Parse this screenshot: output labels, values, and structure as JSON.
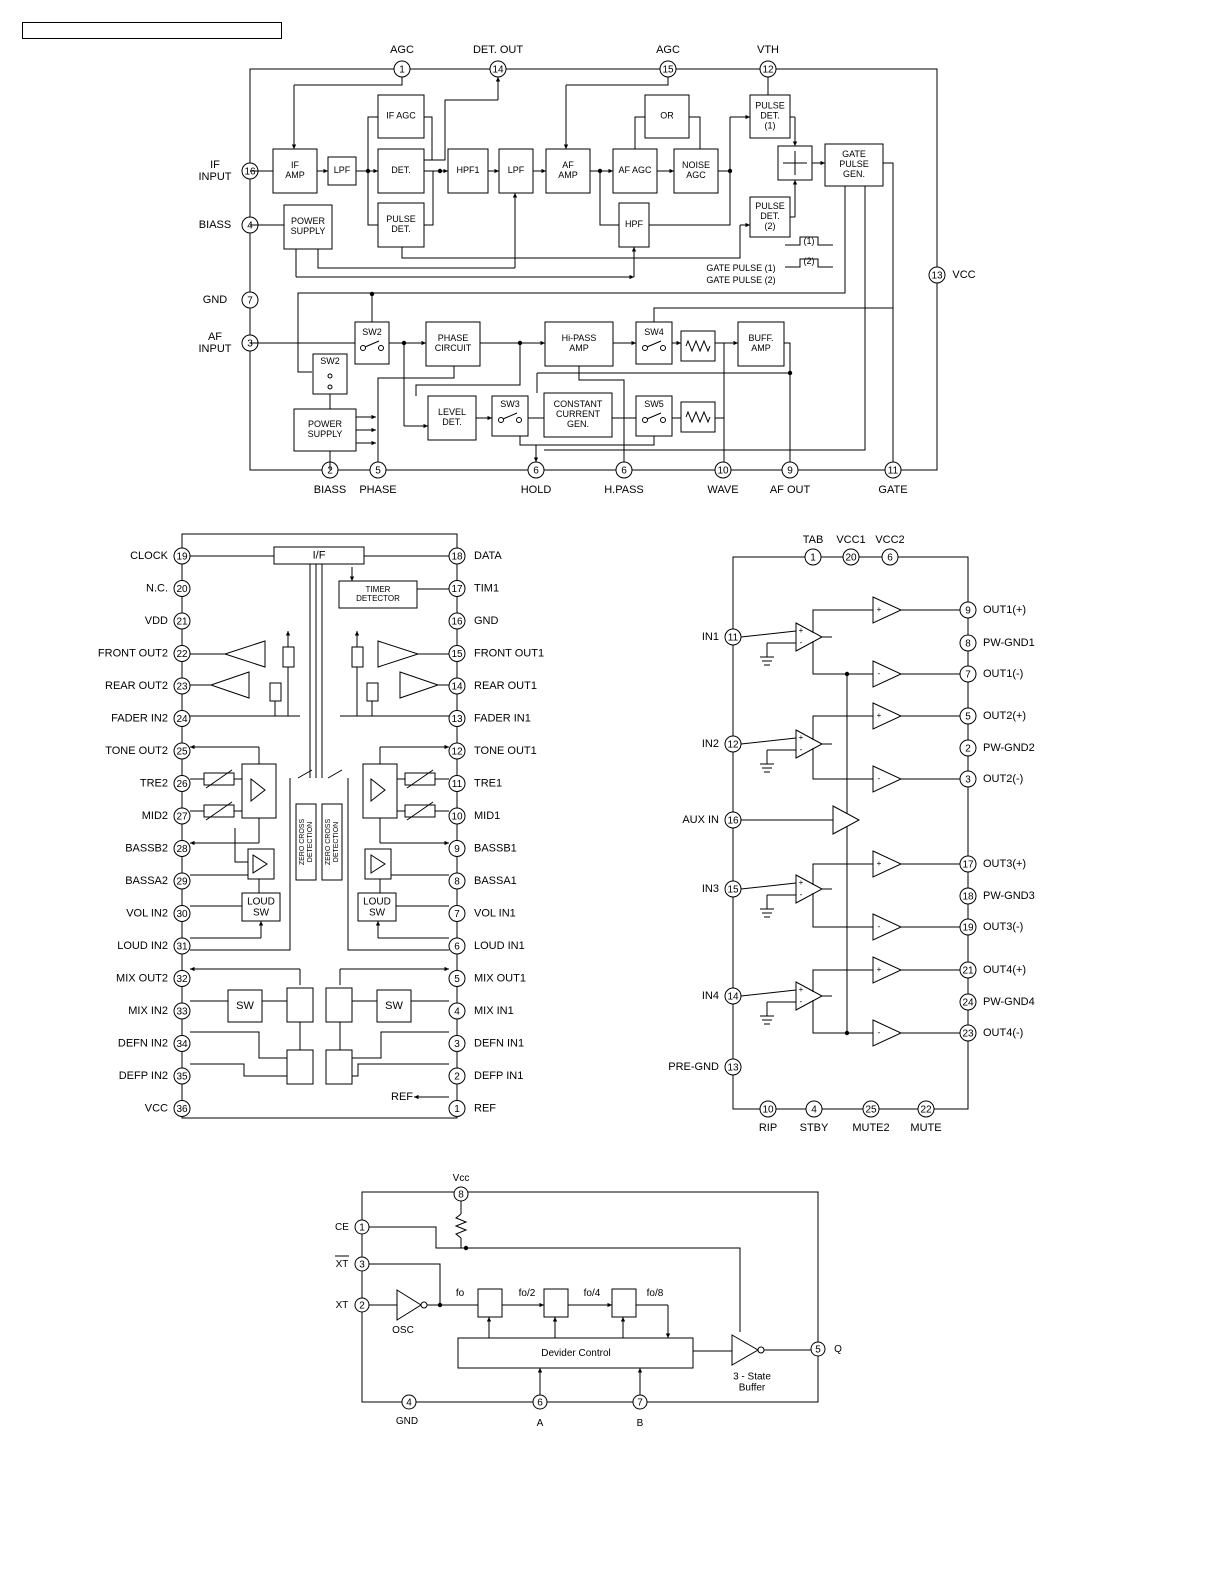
{
  "header_box_text": "",
  "diagram1": {
    "top_labels": [
      "AGC",
      "DET. OUT",
      "AGC",
      "VTH"
    ],
    "top_pins": [
      "1",
      "14",
      "15",
      "12"
    ],
    "left_labels": [
      "IF\nINPUT",
      "BIASS",
      "GND",
      "AF\nINPUT"
    ],
    "left_pins": [
      "16",
      "4",
      "7",
      "3"
    ],
    "right_label": "VCC",
    "right_pin": "13",
    "bottom_labels": [
      "BIASS",
      "PHASE",
      "HOLD",
      "H.PASS",
      "WAVE",
      "AF OUT",
      "GATE"
    ],
    "bottom_pins": [
      "2",
      "5",
      "6",
      "6",
      "10",
      "9",
      "11"
    ],
    "blocks": {
      "if_amp": "IF\nAMP",
      "lpf1": "LPF",
      "if_agc": "IF AGC",
      "det": "DET.",
      "pulse_det": "PULSE\nDET.",
      "hpf1": "HPF1",
      "lpf2": "LPF",
      "af_amp": "AF\nAMP",
      "or": "OR",
      "af_agc": "AF AGC",
      "noise_agc": "NOISE\nAGC",
      "hpf": "HPF",
      "pulse_det1": "PULSE\nDET.\n(1)",
      "pulse_det2": "PULSE\nDET.\n(2)",
      "gate_pulse_gen": "GATE\nPULSE\nGEN.",
      "power_supply1": "POWER\nSUPPLY",
      "sw2a": "SW2",
      "sw2b": "SW2",
      "phase_circuit": "PHASE\nCIRCUIT",
      "hipass_amp": "Hi-PASS\nAMP",
      "sw4": "SW4",
      "buff_amp": "BUFF.\nAMP",
      "level_det": "LEVEL\nDET.",
      "sw3": "SW3",
      "constant_current": "CONSTANT\nCURRENT\nGEN.",
      "sw5": "SW5",
      "power_supply2": "POWER\nSUPPLY"
    },
    "legend": {
      "gate_pulse_1": "GATE PULSE (1)",
      "gate_pulse_2": "GATE PULSE (2)",
      "pulse_1": "(1)",
      "pulse_2": "(2)"
    }
  },
  "diagram2": {
    "left": [
      {
        "pin": "19",
        "label": "CLOCK"
      },
      {
        "pin": "20",
        "label": "N.C."
      },
      {
        "pin": "21",
        "label": "VDD"
      },
      {
        "pin": "22",
        "label": "FRONT OUT2"
      },
      {
        "pin": "23",
        "label": "REAR OUT2"
      },
      {
        "pin": "24",
        "label": "FADER IN2"
      },
      {
        "pin": "25",
        "label": "TONE OUT2"
      },
      {
        "pin": "26",
        "label": "TRE2"
      },
      {
        "pin": "27",
        "label": "MID2"
      },
      {
        "pin": "28",
        "label": "BASSB2"
      },
      {
        "pin": "29",
        "label": "BASSA2"
      },
      {
        "pin": "30",
        "label": "VOL IN2"
      },
      {
        "pin": "31",
        "label": "LOUD IN2"
      },
      {
        "pin": "32",
        "label": "MIX OUT2"
      },
      {
        "pin": "33",
        "label": "MIX IN2"
      },
      {
        "pin": "34",
        "label": "DEFN IN2"
      },
      {
        "pin": "35",
        "label": "DEFP IN2"
      },
      {
        "pin": "36",
        "label": "VCC"
      }
    ],
    "right": [
      {
        "pin": "18",
        "label": "DATA"
      },
      {
        "pin": "17",
        "label": "TIM1"
      },
      {
        "pin": "16",
        "label": "GND"
      },
      {
        "pin": "15",
        "label": "FRONT OUT1"
      },
      {
        "pin": "14",
        "label": "REAR OUT1"
      },
      {
        "pin": "13",
        "label": "FADER IN1"
      },
      {
        "pin": "12",
        "label": "TONE OUT1"
      },
      {
        "pin": "11",
        "label": "TRE1"
      },
      {
        "pin": "10",
        "label": "MID1"
      },
      {
        "pin": "9",
        "label": "BASSB1"
      },
      {
        "pin": "8",
        "label": "BASSA1"
      },
      {
        "pin": "7",
        "label": "VOL IN1"
      },
      {
        "pin": "6",
        "label": "LOUD IN1"
      },
      {
        "pin": "5",
        "label": "MIX OUT1"
      },
      {
        "pin": "4",
        "label": "MIX IN1"
      },
      {
        "pin": "3",
        "label": "DEFN IN1"
      },
      {
        "pin": "2",
        "label": "DEFP IN1"
      },
      {
        "pin": "1",
        "label": "REF"
      }
    ],
    "blocks": {
      "if": "I/F",
      "timer": "TIMER\nDETECTOR",
      "zero_cross": "ZERO CROSS\nDETECTION",
      "loud_sw": "LOUD\nSW",
      "sw": "SW",
      "ref_arrow": "REF"
    }
  },
  "diagram3": {
    "top": [
      {
        "pin": "1",
        "label": "TAB"
      },
      {
        "pin": "20",
        "label": "VCC1"
      },
      {
        "pin": "6",
        "label": "VCC2"
      }
    ],
    "left": [
      {
        "pin": "11",
        "label": "IN1"
      },
      {
        "pin": "12",
        "label": "IN2"
      },
      {
        "pin": "16",
        "label": "AUX IN"
      },
      {
        "pin": "15",
        "label": "IN3"
      },
      {
        "pin": "14",
        "label": "IN4"
      },
      {
        "pin": "13",
        "label": "PRE-GND"
      }
    ],
    "right": [
      {
        "pin": "9",
        "label": "OUT1(+)"
      },
      {
        "pin": "8",
        "label": "PW-GND1"
      },
      {
        "pin": "7",
        "label": "OUT1(-)"
      },
      {
        "pin": "5",
        "label": "OUT2(+)"
      },
      {
        "pin": "2",
        "label": "PW-GND2"
      },
      {
        "pin": "3",
        "label": "OUT2(-)"
      },
      {
        "pin": "17",
        "label": "OUT3(+)"
      },
      {
        "pin": "18",
        "label": "PW-GND3"
      },
      {
        "pin": "19",
        "label": "OUT3(-)"
      },
      {
        "pin": "21",
        "label": "OUT4(+)"
      },
      {
        "pin": "24",
        "label": "PW-GND4"
      },
      {
        "pin": "23",
        "label": "OUT4(-)"
      }
    ],
    "bottom": [
      {
        "pin": "10",
        "label": "RIP"
      },
      {
        "pin": "4",
        "label": "STBY"
      },
      {
        "pin": "25",
        "label": "MUTE2"
      },
      {
        "pin": "22",
        "label": "MUTE"
      }
    ]
  },
  "diagram4": {
    "vcc": {
      "pin": "8",
      "label": "Vcc"
    },
    "ce": {
      "pin": "1",
      "label": "CE"
    },
    "xt_bar": {
      "pin": "3",
      "label": "XT"
    },
    "xt": {
      "pin": "2",
      "label": "XT"
    },
    "gnd": {
      "pin": "4",
      "label": "GND"
    },
    "a": {
      "pin": "6",
      "label": "A"
    },
    "b": {
      "pin": "7",
      "label": "B"
    },
    "q": {
      "pin": "5",
      "label": "Q"
    },
    "osc": "OSC",
    "freqs": [
      "fo",
      "fo/2",
      "fo/4",
      "fo/8"
    ],
    "divider": "Devider  Control",
    "buffer": "3 - State\nBuffer"
  }
}
